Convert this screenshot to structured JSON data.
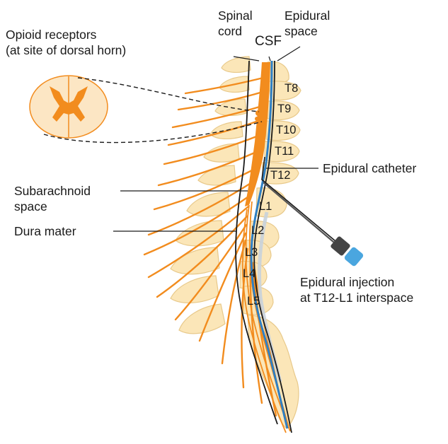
{
  "labels": {
    "opioid_line1": "Opioid receptors",
    "opioid_line2": "(at site of dorsal horn)",
    "spinal_line1": "Spinal",
    "spinal_line2": "cord",
    "csf": "CSF",
    "epidural_space_line1": "Epidural",
    "epidural_space_line2": "space",
    "epidural_catheter": "Epidural catheter",
    "subarachnoid_line1": "Subarachnoid",
    "subarachnoid_line2": "space",
    "dura_mater": "Dura mater",
    "injection_line1": "Epidural injection",
    "injection_line2": "at T12-L1 interspace"
  },
  "vertebrae": [
    "T8",
    "T9",
    "T10",
    "T11",
    "T12",
    "L1",
    "L2",
    "L3",
    "L4",
    "L5"
  ],
  "colors": {
    "bone": "#fbe6b8",
    "bone_edge": "#e8c98a",
    "nerve": "#f28c1e",
    "csf": "#2e7fc4",
    "dura": "#1a1a1a",
    "needle_hub": "#4aa6df"
  }
}
